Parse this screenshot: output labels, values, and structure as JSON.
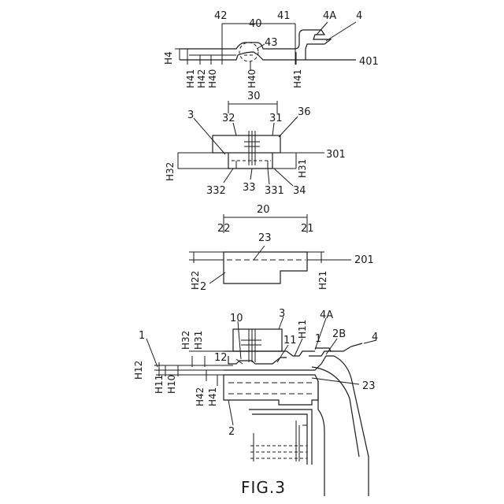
{
  "caption": "FIG.3",
  "fig4": {
    "ref_42": "42",
    "ref_40": "40",
    "ref_41": "41",
    "ref_4A": "4A",
    "ref_4": "4",
    "ref_43": "43",
    "ref_401": "401",
    "h4": "H4",
    "h41_left": "H41",
    "h42": "H42",
    "h40_left": "H40",
    "h40_mid": "H40",
    "h41_right": "H41"
  },
  "fig3": {
    "ref_30": "30",
    "ref_3": "3",
    "ref_32": "32",
    "ref_31": "31",
    "ref_36": "36",
    "ref_301": "301",
    "h32": "H32",
    "h31": "H31",
    "ref_332": "332",
    "ref_33": "33",
    "ref_331": "331",
    "ref_34": "34"
  },
  "fig2": {
    "ref_20": "20",
    "ref_22": "22",
    "ref_21": "21",
    "ref_23": "23",
    "ref_201": "201",
    "h22": "H22",
    "h21": "H21",
    "ref_2": "2"
  },
  "assembly": {
    "ref_1_left": "1",
    "h32": "H32",
    "h31": "H31",
    "ref_10": "10",
    "ref_3": "3",
    "h11_top": "H11",
    "ref_4A": "4A",
    "ref_11": "11",
    "ref_1_mid": "1",
    "ref_2B": "2B",
    "ref_4": "4",
    "ref_12": "12",
    "h12": "H12",
    "h11_side": "H11",
    "h10": "H10",
    "h42": "H42",
    "h41": "H41",
    "ref_23": "23",
    "ref_2": "2"
  }
}
